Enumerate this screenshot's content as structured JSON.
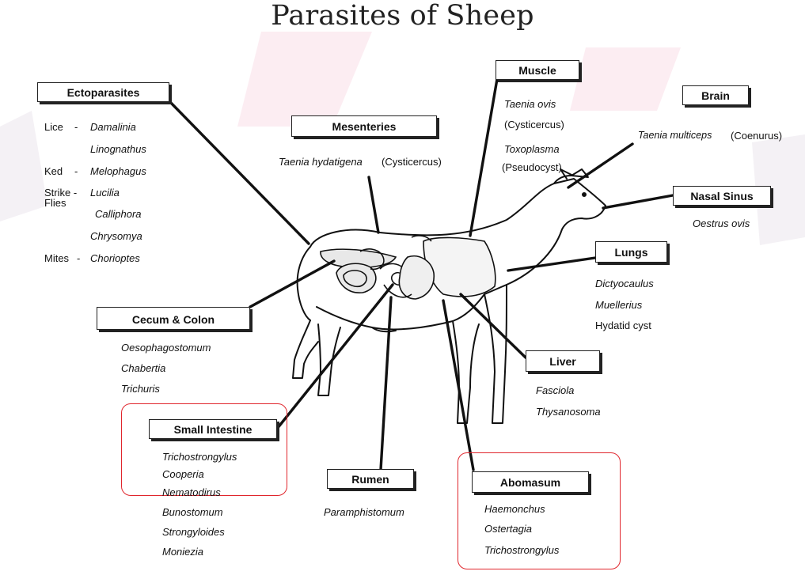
{
  "title": "Parasites of Sheep",
  "colors": {
    "highlight": "#e0262d",
    "line": "#111111"
  },
  "ectoparasites": {
    "label": "Ectoparasites",
    "groups": [
      {
        "host": "Lice",
        "sep": "-",
        "species": [
          "Damalinia",
          "Linognathus"
        ]
      },
      {
        "host": "Ked",
        "sep": "-",
        "species": [
          "Melophagus"
        ]
      },
      {
        "host_line1": "Strike -",
        "host_line2": "Flies",
        "species": [
          "Lucilia",
          "Calliphora",
          "Chrysomya"
        ]
      },
      {
        "host": "Mites",
        "sep": "-",
        "species": [
          "Chorioptes"
        ]
      }
    ]
  },
  "mesenteries": {
    "label": "Mesenteries",
    "entries": [
      {
        "species": "Taenia hydatigena",
        "stage": "(Cysticercus)"
      }
    ]
  },
  "muscle": {
    "label": "Muscle",
    "entries": [
      "Taenia ovis",
      "(Cysticercus)",
      "Toxoplasma",
      "(Pseudocyst)"
    ]
  },
  "brain": {
    "label": "Brain",
    "entries": [
      {
        "species": "Taenia multiceps",
        "stage": "(Coenurus)"
      }
    ]
  },
  "nasal_sinus": {
    "label": "Nasal Sinus",
    "entries": [
      "Oestrus ovis"
    ]
  },
  "lungs": {
    "label": "Lungs",
    "entries": [
      "Dictyocaulus",
      "Muellerius",
      "Hydatid cyst"
    ]
  },
  "liver": {
    "label": "Liver",
    "entries": [
      "Fasciola",
      "Thysanosoma"
    ]
  },
  "cecum_colon": {
    "label": "Cecum & Colon",
    "entries": [
      "Oesophagostomum",
      "Chabertia",
      "Trichuris"
    ]
  },
  "small_intestine": {
    "label": "Small Intestine",
    "entries": [
      "Trichostrongylus",
      "Cooperia",
      "Nematodirus",
      "Bunostomum",
      "Strongyloides",
      "Moniezia"
    ]
  },
  "rumen": {
    "label": "Rumen",
    "entries": [
      "Paramphistomum"
    ]
  },
  "abomasum": {
    "label": "Abomasum",
    "entries": [
      "Haemonchus",
      "Ostertagia",
      "Trichostrongylus"
    ]
  }
}
